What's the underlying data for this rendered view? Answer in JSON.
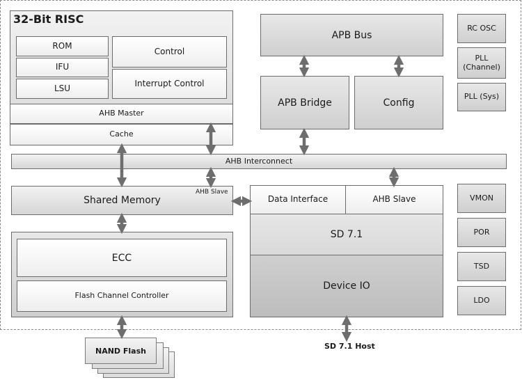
{
  "risc": {
    "title": "32-Bit RISC",
    "rom": "ROM",
    "ifu": "IFU",
    "lsu": "LSU",
    "control": "Control",
    "interrupt_control": "Interrupt Control",
    "ahb_master": "AHB Master",
    "cache": "Cache"
  },
  "apb": {
    "bus": "APB Bus",
    "bridge": "APB Bridge",
    "config": "Config"
  },
  "clocks": [
    "RC OSC",
    "PLL\n(Channel)",
    "PLL (Sys)"
  ],
  "ahb_interconnect": "AHB Interconnect",
  "shared_memory": {
    "label": "Shared Memory",
    "slave_label": "AHB Slave"
  },
  "flash": {
    "ecc": "ECC",
    "controller": "Flash Channel Controller",
    "nand": "NAND Flash"
  },
  "sd": {
    "data_interface": "Data Interface",
    "ahb_slave": "AHB Slave",
    "core": "SD 7.1",
    "device_io": "Device IO",
    "host": "SD 7.1 Host"
  },
  "monitors": [
    "VMON",
    "POR",
    "TSD",
    "LDO"
  ]
}
